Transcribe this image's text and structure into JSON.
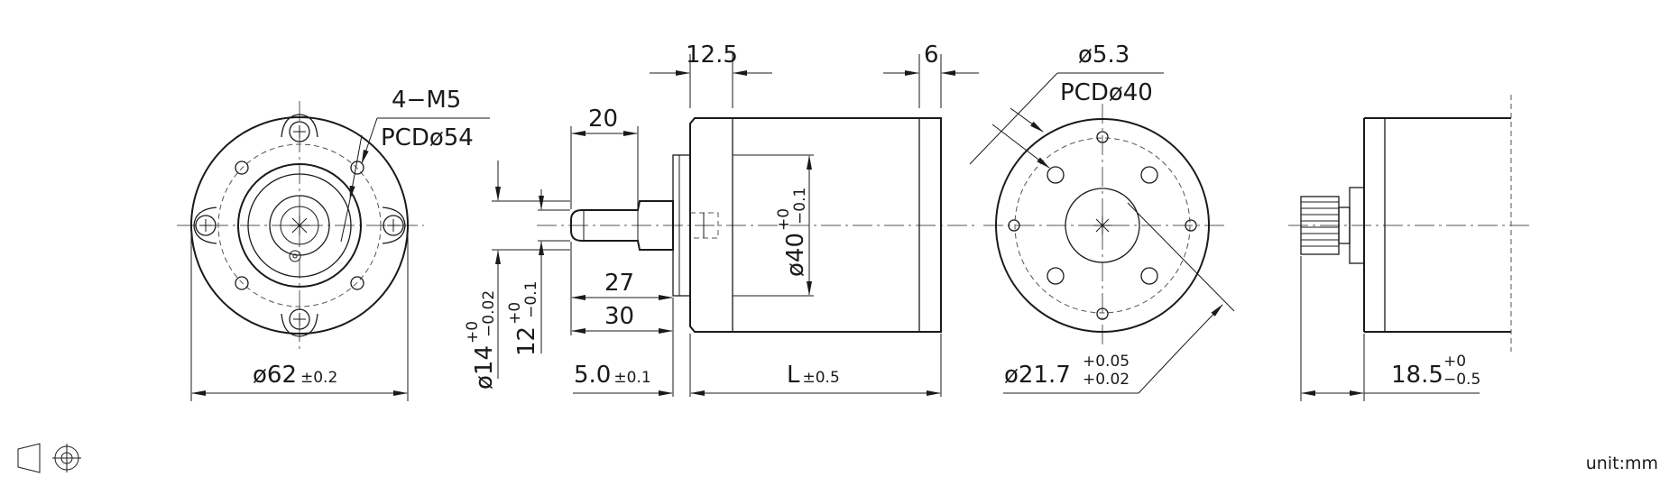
{
  "drawing_title": "",
  "unit_label": "unit:mm",
  "front_view": {
    "thread_label": "4−M5",
    "pcd_label": "PCDø54",
    "dia_value": "ø62",
    "dia_tol": "±0.2"
  },
  "side_view": {
    "shaft_len_20": "20",
    "flange_12_5": "12.5",
    "rear_6": "6",
    "len_27": "27",
    "len_30": "30",
    "shaft_dia": "ø14",
    "shaft_dia_tol_upper": "+0",
    "shaft_dia_tol_lower": "−0.02",
    "flat_dim": "12",
    "flat_tol_upper": "+0",
    "flat_tol_lower": "−0.1",
    "pilot_dia": "ø40",
    "pilot_tol_upper": "+0",
    "pilot_tol_lower": "−0.1",
    "pilot_len": "5.0",
    "pilot_len_tol": "±0.1",
    "body_len": "L",
    "body_len_tol": "±0.5"
  },
  "rear_view": {
    "hole_dia": "ø5.3",
    "pcd_label": "PCDø40",
    "boss_dia": "ø21.7",
    "boss_tol_upper": "+0.05",
    "boss_tol_lower": "+0.02"
  },
  "end_view": {
    "len_value": "18.5",
    "len_tol_upper": "+0",
    "len_tol_lower": "−0.5"
  }
}
